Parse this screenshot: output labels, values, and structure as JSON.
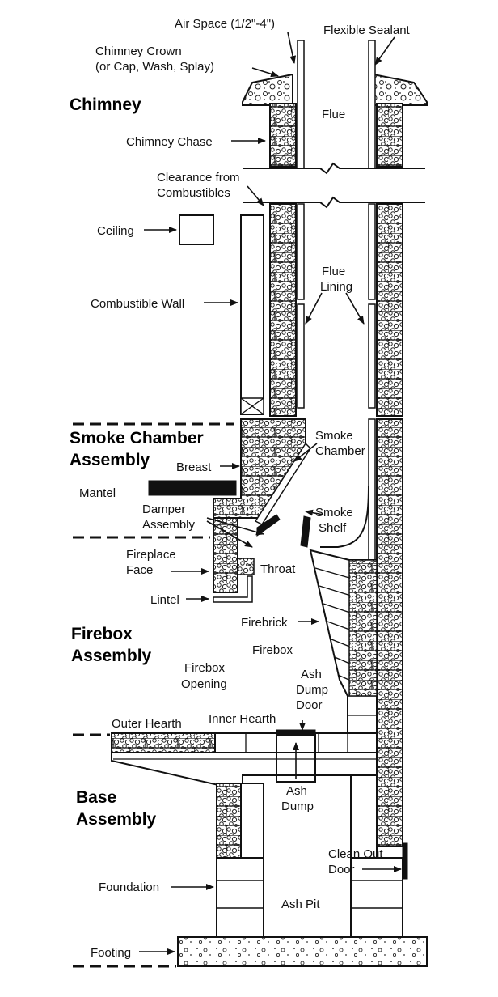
{
  "sections": {
    "chimney": "Chimney",
    "smoke_chamber_line1": "Smoke Chamber",
    "smoke_chamber_line2": "Assembly",
    "firebox_line1": "Firebox",
    "firebox_line2": "Assembly",
    "base_line1": "Base",
    "base_line2": "Assembly"
  },
  "labels": {
    "air_space": "Air Space (1/2\"-4\")",
    "flexible_sealant": "Flexible Sealant",
    "chimney_crown_line1": "Chimney Crown",
    "chimney_crown_line2": "(or Cap, Wash, Splay)",
    "flue": "Flue",
    "chimney_chase": "Chimney Chase",
    "clearance_line1": "Clearance from",
    "clearance_line2": "Combustibles",
    "ceiling": "Ceiling",
    "flue_lining_line1": "Flue",
    "flue_lining_line2": "Lining",
    "combustible_wall": "Combustible Wall",
    "smoke_chamber_line1": "Smoke",
    "smoke_chamber_line2": "Chamber",
    "breast": "Breast",
    "mantel": "Mantel",
    "damper_line1": "Damper",
    "damper_line2": "Assembly",
    "smoke_shelf_line1": "Smoke",
    "smoke_shelf_line2": "Shelf",
    "fireplace_face_line1": "Fireplace",
    "fireplace_face_line2": "Face",
    "throat": "Throat",
    "lintel": "Lintel",
    "firebrick": "Firebrick",
    "firebox": "Firebox",
    "firebox_opening_line1": "Firebox",
    "firebox_opening_line2": "Opening",
    "ash_dump_door_line1": "Ash",
    "ash_dump_door_line2": "Dump",
    "ash_dump_door_line3": "Door",
    "outer_hearth": "Outer Hearth",
    "inner_hearth": "Inner Hearth",
    "ash_dump_line1": "Ash",
    "ash_dump_line2": "Dump",
    "clean_out_line1": "Clean Out",
    "clean_out_line2": "Door",
    "foundation": "Foundation",
    "ash_pit": "Ash Pit",
    "footing": "Footing"
  }
}
